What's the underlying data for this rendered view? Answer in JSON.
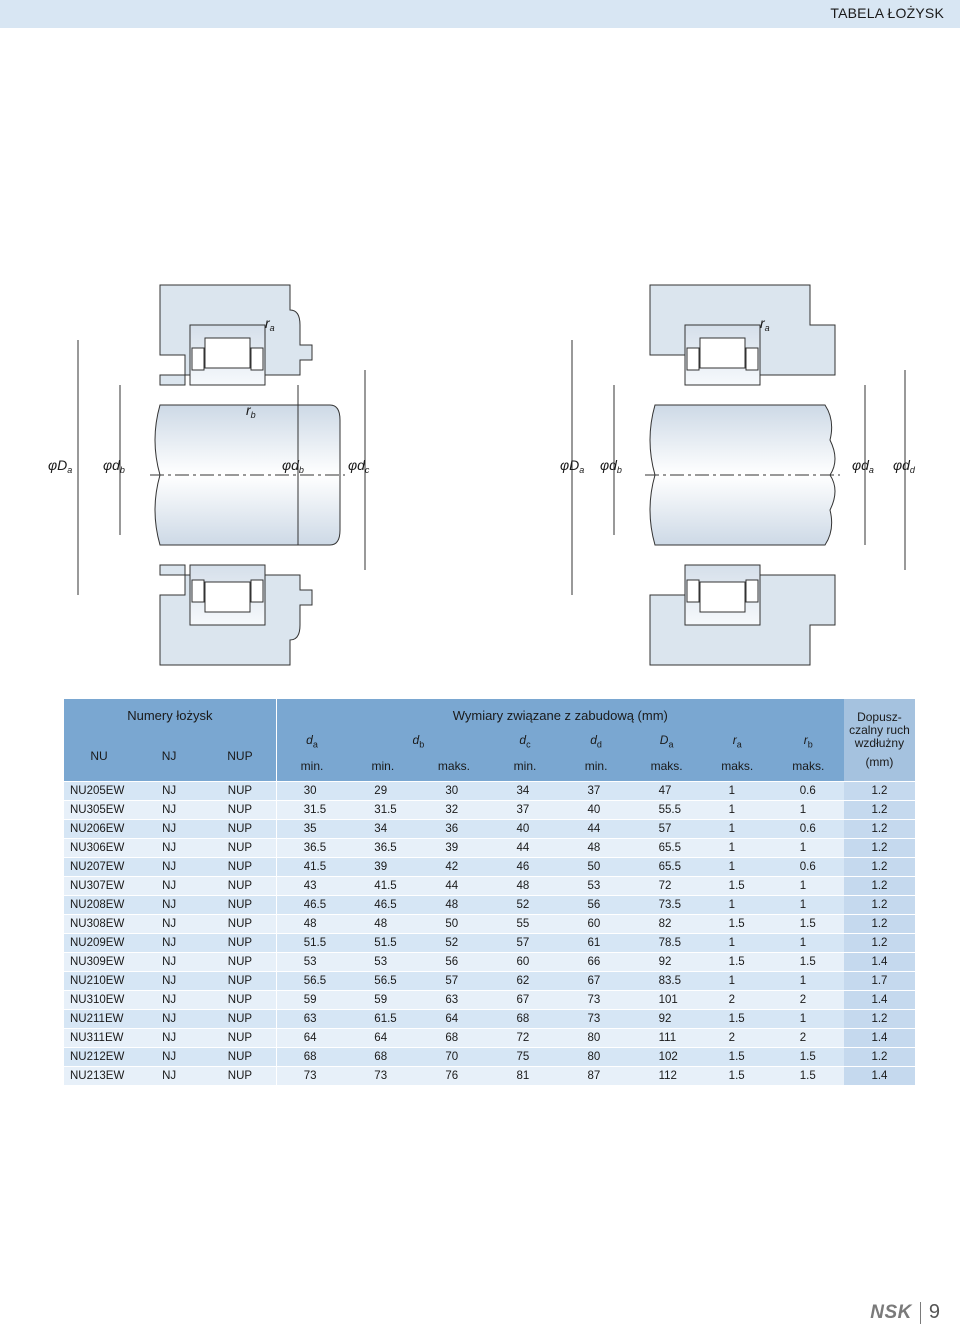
{
  "header": {
    "title": "TABELA ŁOŻYSK"
  },
  "figure": {
    "labels_left": {
      "Da": "φD",
      "Da_sub": "a",
      "db": "φd",
      "db_sub": "b",
      "db2": "φd",
      "db2_sub": "b",
      "dc": "φd",
      "dc_sub": "c",
      "ra": "r",
      "ra_sub": "a",
      "rb": "r",
      "rb_sub": "b"
    },
    "labels_right": {
      "Da": "φD",
      "Da_sub": "a",
      "db": "φd",
      "db_sub": "b",
      "da": "φd",
      "da_sub": "a",
      "dd": "φd",
      "dd_sub": "d",
      "ra": "r",
      "ra_sub": "a"
    }
  },
  "table": {
    "group_bearing": "Numery łożysk",
    "group_dims": "Wymiary związane z zabudową (mm)",
    "group_axial": "Dopusz-czalny ruch wzdłużny",
    "axial_unit": "(mm)",
    "col_nu": "NU",
    "col_nj": "NJ",
    "col_nup": "NUP",
    "h_da": "d",
    "h_da_sub": "a",
    "h_db": "d",
    "h_db_sub": "b",
    "h_dc": "d",
    "h_dc_sub": "c",
    "h_dd": "d",
    "h_dd_sub": "d",
    "h_Da": "D",
    "h_Da_sub": "a",
    "h_ra": "r",
    "h_ra_sub": "a",
    "h_rb": "r",
    "h_rb_sub": "b",
    "min": "min.",
    "maks": "maks.",
    "rows": [
      [
        "NU205EW",
        "NJ",
        "NUP",
        "30",
        "29",
        "30",
        "34",
        "37",
        "47",
        "1",
        "0.6",
        "1.2"
      ],
      [
        "NU305EW",
        "NJ",
        "NUP",
        "31.5",
        "31.5",
        "32",
        "37",
        "40",
        "55.5",
        "1",
        "1",
        "1.2"
      ],
      [
        "NU206EW",
        "NJ",
        "NUP",
        "35",
        "34",
        "36",
        "40",
        "44",
        "57",
        "1",
        "0.6",
        "1.2"
      ],
      [
        "NU306EW",
        "NJ",
        "NUP",
        "36.5",
        "36.5",
        "39",
        "44",
        "48",
        "65.5",
        "1",
        "1",
        "1.2"
      ],
      [
        "NU207EW",
        "NJ",
        "NUP",
        "41.5",
        "39",
        "42",
        "46",
        "50",
        "65.5",
        "1",
        "0.6",
        "1.2"
      ],
      [
        "NU307EW",
        "NJ",
        "NUP",
        "43",
        "41.5",
        "44",
        "48",
        "53",
        "72",
        "1.5",
        "1",
        "1.2"
      ],
      [
        "NU208EW",
        "NJ",
        "NUP",
        "46.5",
        "46.5",
        "48",
        "52",
        "56",
        "73.5",
        "1",
        "1",
        "1.2"
      ],
      [
        "NU308EW",
        "NJ",
        "NUP",
        "48",
        "48",
        "50",
        "55",
        "60",
        "82",
        "1.5",
        "1.5",
        "1.2"
      ],
      [
        "NU209EW",
        "NJ",
        "NUP",
        "51.5",
        "51.5",
        "52",
        "57",
        "61",
        "78.5",
        "1",
        "1",
        "1.2"
      ],
      [
        "NU309EW",
        "NJ",
        "NUP",
        "53",
        "53",
        "56",
        "60",
        "66",
        "92",
        "1.5",
        "1.5",
        "1.4"
      ],
      [
        "NU210EW",
        "NJ",
        "NUP",
        "56.5",
        "56.5",
        "57",
        "62",
        "67",
        "83.5",
        "1",
        "1",
        "1.7"
      ],
      [
        "NU310EW",
        "NJ",
        "NUP",
        "59",
        "59",
        "63",
        "67",
        "73",
        "101",
        "2",
        "2",
        "1.4"
      ],
      [
        "NU211EW",
        "NJ",
        "NUP",
        "63",
        "61.5",
        "64",
        "68",
        "73",
        "92",
        "1.5",
        "1",
        "1.2"
      ],
      [
        "NU311EW",
        "NJ",
        "NUP",
        "64",
        "64",
        "68",
        "72",
        "80",
        "111",
        "2",
        "2",
        "1.4"
      ],
      [
        "NU212EW",
        "NJ",
        "NUP",
        "68",
        "68",
        "70",
        "75",
        "80",
        "102",
        "1.5",
        "1.5",
        "1.2"
      ],
      [
        "NU213EW",
        "NJ",
        "NUP",
        "73",
        "73",
        "76",
        "81",
        "87",
        "112",
        "1.5",
        "1.5",
        "1.4"
      ]
    ]
  },
  "footer": {
    "brand": "NSK",
    "page": "9"
  }
}
